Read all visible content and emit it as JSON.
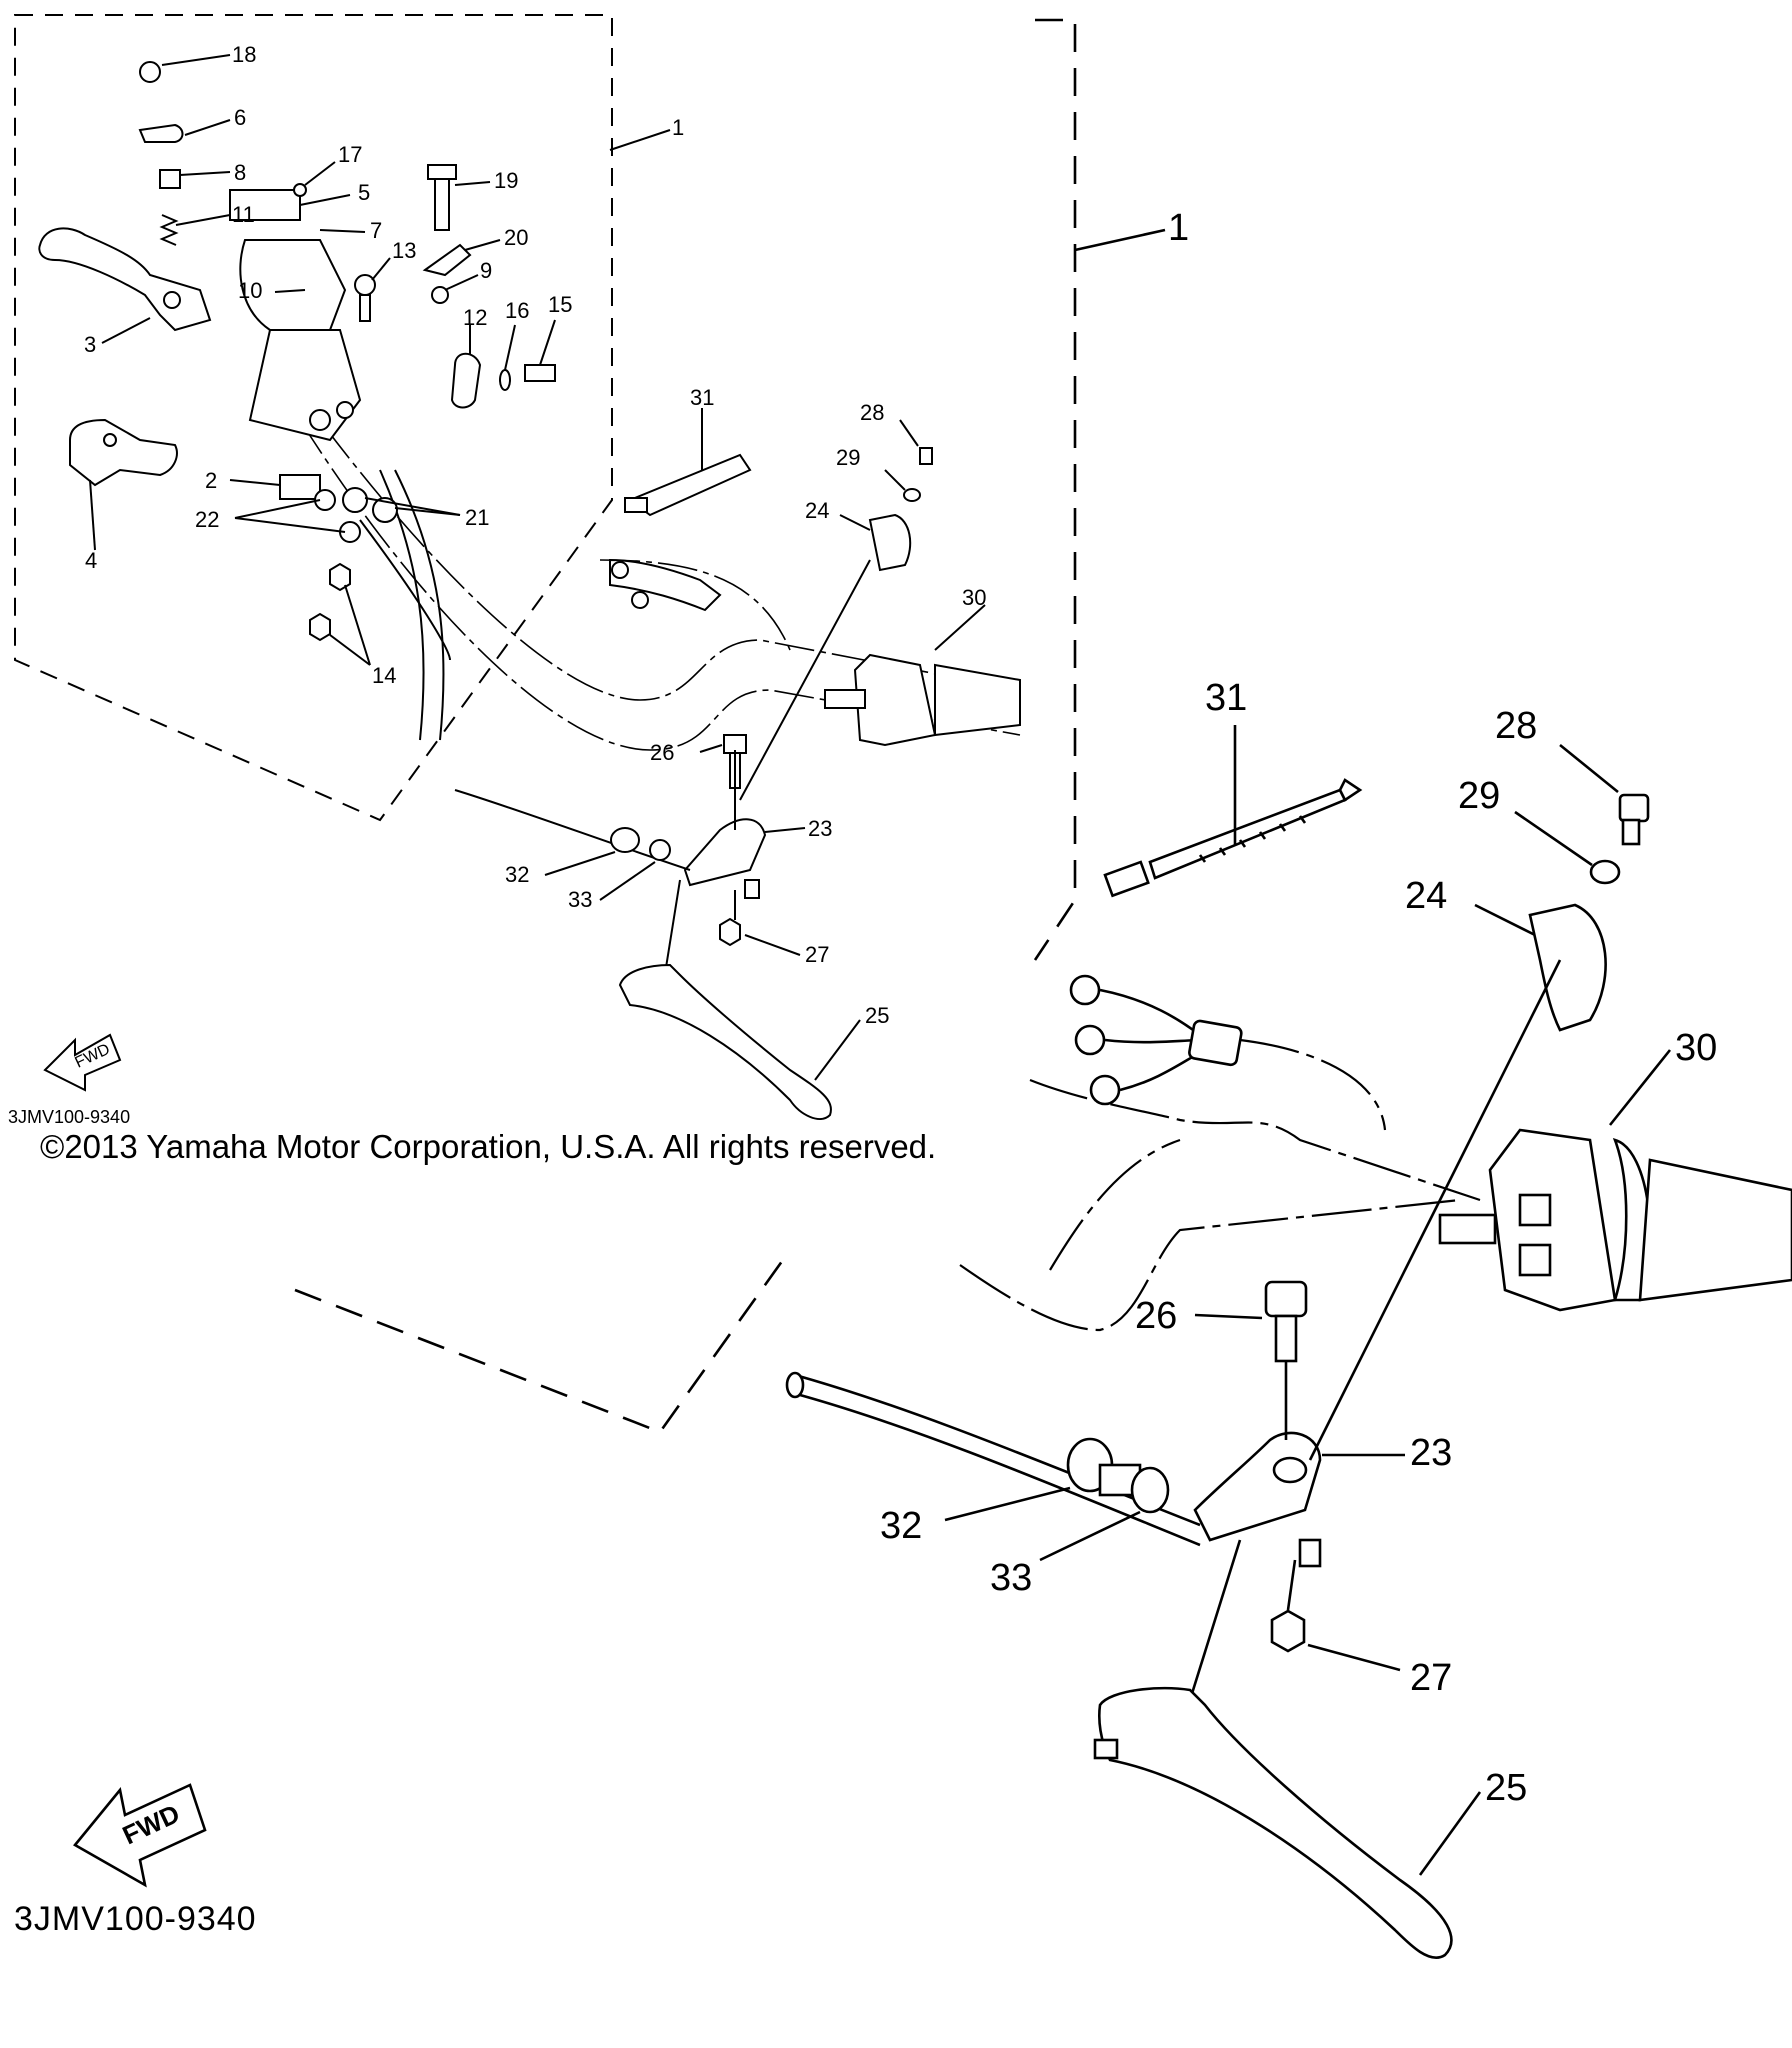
{
  "copyright": "©2013 Yamaha Motor Corporation, U.S.A. All rights reserved.",
  "diagram_code": "3JMV100-9340",
  "fwd_label": "FWD",
  "small_view": {
    "callouts": [
      "1",
      "18",
      "6",
      "8",
      "11",
      "17",
      "5",
      "7",
      "19",
      "20",
      "13",
      "10",
      "9",
      "3",
      "12",
      "16",
      "15",
      "31",
      "28",
      "29",
      "24",
      "2",
      "22",
      "21",
      "4",
      "30",
      "14",
      "26",
      "23",
      "32",
      "33",
      "27",
      "25"
    ]
  },
  "large_view": {
    "callouts": [
      "1",
      "31",
      "28",
      "29",
      "24",
      "30",
      "26",
      "23",
      "32",
      "33",
      "27",
      "25"
    ]
  }
}
